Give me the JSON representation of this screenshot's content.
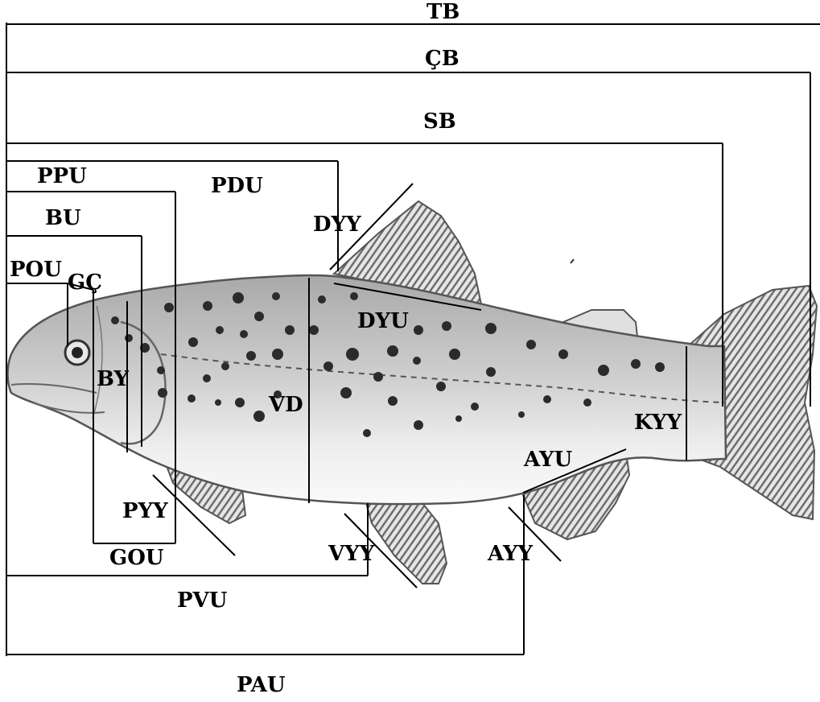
{
  "labels": {
    "tb": "TB",
    "cb": "ÇB",
    "sb": "SB",
    "ppu": "PPU",
    "pdu": "PDU",
    "bu": "BU",
    "dyy": "DYY",
    "pou": "POU",
    "gc": "GÇ",
    "dyu": "DYU",
    "by": "BY",
    "vd": "VD",
    "kyy": "KYY",
    "ayu": "AYU",
    "pyy": "PYY",
    "gou": "GOU",
    "vyy": "VYY",
    "ayy": "AYY",
    "pvu": "PVU",
    "pau": "PAU"
  },
  "colors": {
    "line": "#000000",
    "fish_body": "#d9d9d9",
    "fish_outline": "#555555",
    "spots": "#2b2b2b",
    "fins": "#9a9a9a"
  }
}
